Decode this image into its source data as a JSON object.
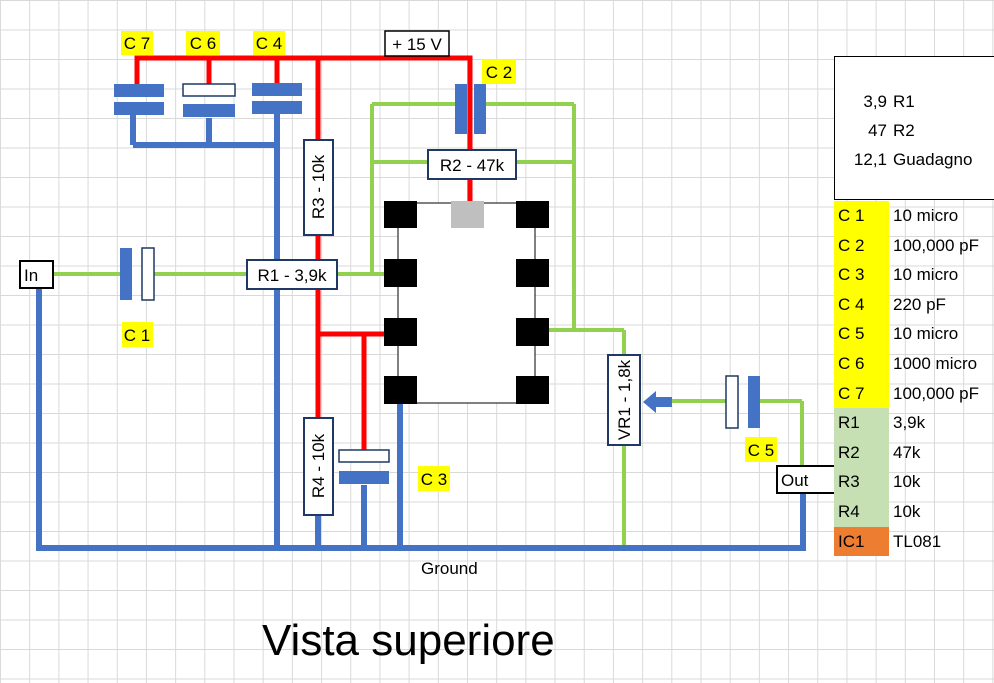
{
  "title": "Vista superiore",
  "ground_label": "Ground",
  "supply_label": "+ 15 V",
  "input_label": "In",
  "output_label": "Out",
  "capacitor_labels": {
    "c1": "C 1",
    "c2": "C 2",
    "c3": "C 3",
    "c4": "C 4",
    "c5": "C 5",
    "c6": "C 6",
    "c7": "C 7"
  },
  "resistor_labels": {
    "r1": "R1 - 3,9k",
    "r2": "R2 - 47k",
    "r3": "R3 - 10k",
    "r4": "R4 - 10k",
    "vr1": "VR1 - 1,8k"
  },
  "gain_calc": [
    {
      "value": "3,9",
      "name": "R1"
    },
    {
      "value": "47",
      "name": "R2"
    },
    {
      "value": "12,1",
      "name": "Guadagno"
    }
  ],
  "parts_list": [
    {
      "name": "C 1",
      "value": "10 micro",
      "color": "#ffff00"
    },
    {
      "name": "C 2",
      "value": "100,000 pF",
      "color": "#ffff00"
    },
    {
      "name": "C 3",
      "value": "10 micro",
      "color": "#ffff00"
    },
    {
      "name": "C 4",
      "value": "220 pF",
      "color": "#ffff00"
    },
    {
      "name": "C 5",
      "value": "10 micro",
      "color": "#ffff00"
    },
    {
      "name": "C 6",
      "value": "1000 micro",
      "color": "#ffff00"
    },
    {
      "name": "C 7",
      "value": "100,000 pF",
      "color": "#ffff00"
    },
    {
      "name": "R1",
      "value": "3,9k",
      "color": "#c6e0b4"
    },
    {
      "name": "R2",
      "value": "47k",
      "color": "#c6e0b4"
    },
    {
      "name": "R3",
      "value": "10k",
      "color": "#c6e0b4"
    },
    {
      "name": "R4",
      "value": "10k",
      "color": "#c6e0b4"
    },
    {
      "name": "IC1",
      "value": "TL081",
      "color": "#ed7d31"
    }
  ],
  "colors": {
    "supply_wire": "#ff0000",
    "ground_wire": "#4472c4",
    "signal_wire": "#92d050",
    "component_blue": "#4472c4",
    "ic_pin": "#000000",
    "ic_pin1_marker": "#bfbfbf"
  }
}
